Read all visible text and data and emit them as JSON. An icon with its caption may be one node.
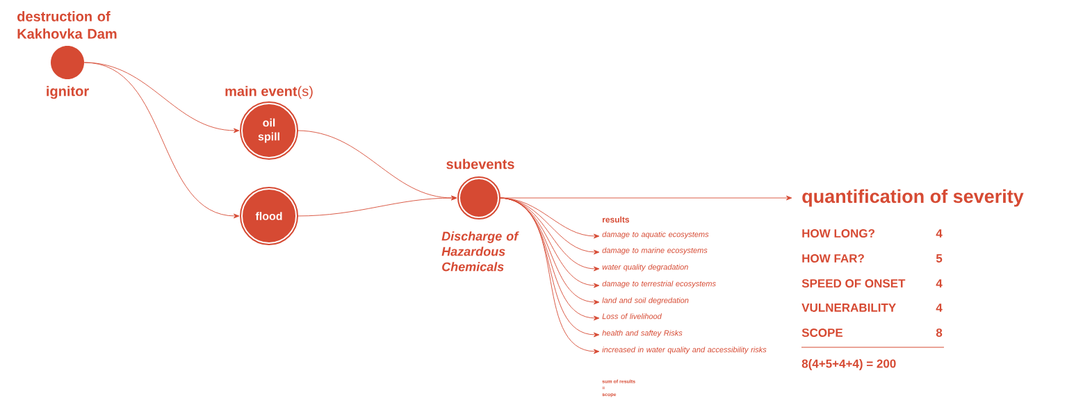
{
  "diagram": {
    "nodes": [
      {
        "text": [
          "destruction of Kakhovka Dam"
        ],
        "beside": [
          "ignitor"
        ]
      },
      {
        "text": [
          "oil spill"
        ],
        "beside": [
          "**main event**(s)"
        ]
      },
      {
        "text": [
          "flood"
        ]
      },
      {
        "text": [
          "Discharge of Hazardous Chemicals"
        ],
        "beside": [
          "subevents"
        ]
      },
      {
        "text": [
          "quantification of severity"
        ]
      },
      {
        "text": [
          "damage to aquatic ecosystems"
        ]
      },
      {
        "text": [
          "damage to marine ecosystems"
        ]
      },
      {
        "text": [
          "water quality degradation"
        ]
      },
      {
        "text": [
          "damage to terrestrial ecosystems"
        ]
      },
      {
        "text": [
          "land and soil degredation"
        ]
      },
      {
        "text": [
          "Loss of livelihood"
        ]
      },
      {
        "text": [
          "health and saftey Risks"
        ]
      },
      {
        "text": [
          "increased in water quality and accessibility risks"
        ]
      }
    ],
    "edges": [
      {
        "from": 0,
        "to": 1,
        "arrow": "to"
      },
      {
        "from": 0,
        "to": 2,
        "arrow": "to"
      },
      {
        "from": 1,
        "to": 3,
        "arrow": "to"
      },
      {
        "from": 2,
        "to": 3,
        "arrow": "to"
      },
      {
        "from": 3,
        "to": 4,
        "arrow": "to"
      },
      {
        "from": 3,
        "to": 5,
        "arrow": "to"
      },
      {
        "from": 3,
        "to": 6,
        "arrow": "to"
      },
      {
        "from": 3,
        "to": 7,
        "arrow": "to"
      },
      {
        "from": 3,
        "to": 8,
        "arrow": "to"
      },
      {
        "from": 3,
        "to": 9,
        "arrow": "to"
      },
      {
        "from": 3,
        "to": 10,
        "arrow": "to"
      },
      {
        "from": 3,
        "to": 11,
        "arrow": "to"
      },
      {
        "from": 3,
        "to": 12,
        "arrow": "to"
      }
    ],
    "labels": [
      "results",
      "HOW LONG?",
      "4",
      "HOW FAR?",
      "5",
      "SPEED OF ONSET",
      "4",
      "VULNERABILITY",
      "4",
      "SCOPE",
      "8",
      "8(4+5+4+4) = 200",
      "sum of results",
      "=",
      "scope"
    ]
  }
}
